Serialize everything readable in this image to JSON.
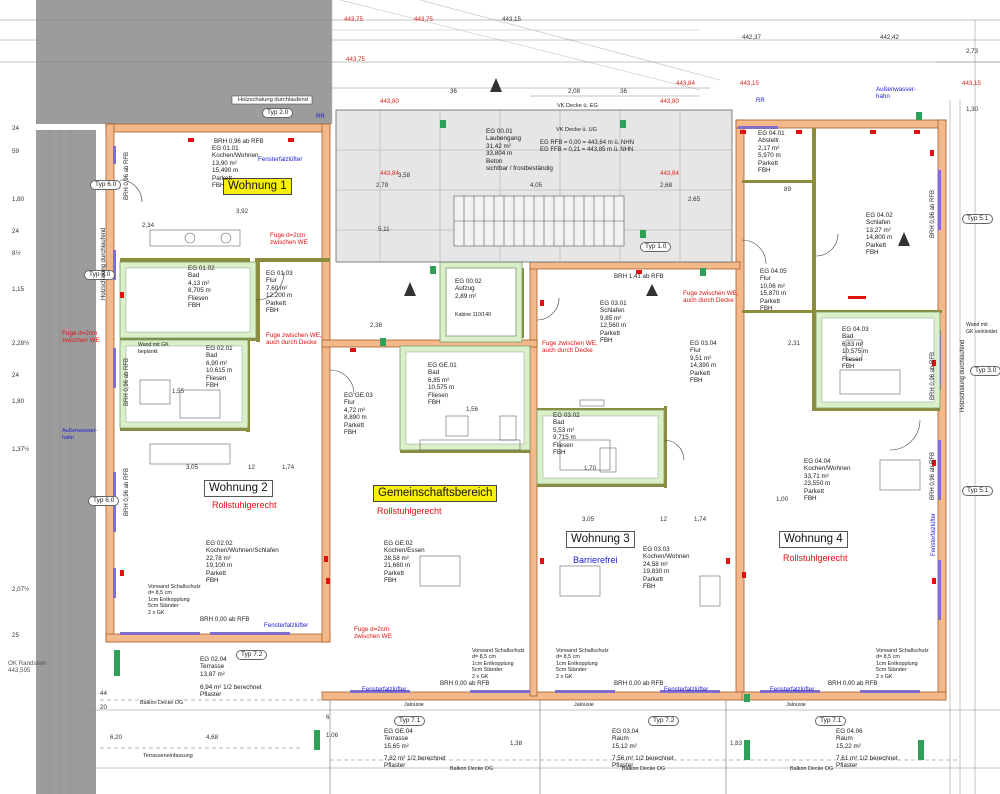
{
  "colors": {
    "wall": "#f3b98a",
    "wall_edge": "#a85d2a",
    "concrete": "#c8c8c8",
    "olive": "#8c8c3c",
    "green_fill": "#d9f0c8",
    "purple": "#7f6ecc",
    "red": "#e0120f",
    "blue": "#1b1bd8",
    "yellow": "#f8f00a",
    "gray_block": "#9e9e9e"
  },
  "units": [
    {
      "name": "Wohnung 1",
      "status": ""
    },
    {
      "name": "Wohnung 2",
      "status": "Rollstuhlgerecht"
    },
    {
      "name": "Gemeinschaftsbereich",
      "status": "Rollstuhlgerecht"
    },
    {
      "name": "Wohnung 3",
      "status": "Barrierefrei"
    },
    {
      "name": "Wohnung 4",
      "status": "Rollstuhlgerecht"
    }
  ],
  "rooms": {
    "eg0101": "EG 01.01\nKochen/Wohnen\n13,90 m²\n15,490 m\nParkett\nFBH",
    "eg0102": "EG 01.02\nBad\n4,13 m²\n8,705 m\nFliesen\nFBH",
    "eg0103": "EG 01.03\nFlur\n7,60 m²\n12,200 m\nParkett\nFBH",
    "eg0201": "EG 02.01\nBad\n6,90 m²\n10,615 m\nFliesen\nFBH",
    "eg0202": "EG 02.02\nKochen/Wohnen/Schlafen\n22,78 m²\n19,100 m\nParkett\nFBH",
    "eg0204": "EG 02.04\nTerrasse\n13,87 m²",
    "eg0204b": "6,94 m² 1/2 berechnet\nPflaster",
    "ge01": "EG GE.01\nBad\n6,85 m²\n10,575 m\nFliesen\nFBH",
    "ge02": "EG GE.02\nKochen/Essen\n28,58 m²\n21,660 m\nParkett\nFBH",
    "ge03": "EG GE.03\nFlur\n4,72 m²\n8,890 m\nParkett\nFBH",
    "ge04": "EG GE.04\nTerrasse\n15,65 m²",
    "ge04b": "7,82 m² 1/2 berechnet\nPflaster",
    "eg0001": "EG 00.01\nLaubengang\n31,42 m²\n33,804 m\nBeton\nsichtbar / frostbeständig",
    "eg0002": "EG 00.02\nAufzug\n2,89 m²",
    "eg0301": "EG 03.01\nSchlafen\n9,85 m²\n12,560 m\nParkett\nFBH",
    "eg0302": "EG 03.02\nBad\n5,53 m²\n9,715 m\nFliesen\nFBH",
    "eg0303": "EG 03.03\nKochen/Wohnen\n24,58 m²\n19,830 m\nParkett\nFBH",
    "eg0304": "EG 03.04\nFlur\n9,51 m²\n14,390 m\nParkett\nFBH",
    "eg0304b": "EG 03.04\nRaum\n15,12 m²",
    "eg0304c": "7,56 m² 1/2 berechnet\nPflaster",
    "eg0401": "EG 04.01\nAbstellr.\n2,17 m²\n5,970 m\nParkett\nFBH",
    "eg0402": "EG 04.02\nSchlafen\n13,27 m²\n14,800 m\nParkett\nFBH",
    "eg0403": "EG 04.03\nBad\n6,83 m²\n10,575 m\nFliesen\nFBH",
    "eg0404": "EG 04.04\nKochen/Wohnen\n33,71 m²\n23,550 m\nParkett\nFBH",
    "eg0405": "EG 04.05\nFlur\n10,06 m²\n15,870 m\nParkett\nFBH",
    "eg0406": "EG 04.06\nRaum\n15,22 m²",
    "eg0406b": "7,61 m² 1/2 berechnet\nPflaster"
  },
  "notes": {
    "fuge1": "Fuge d=2cm\nzwischen WE",
    "fuge2": "Fuge d=2cm\nzwischen WE",
    "fuge3": "Fuge d=2cm\nzwischen WE",
    "fuge_we1": "Fuge zwischen WE,\nauch durch Decke",
    "fuge_we2": "Fuge zwischen WE,\nauch durch Decke",
    "fuge_we3": "Fuge zwischen WE,\nauch durch Decke",
    "fenster1": "Fensterfalzlüfter",
    "fenster2": "Fensterfalzlüfter",
    "fenster3": "Fensterfalzlüfter",
    "fenster4": "Fensterfalzlüfter",
    "fenster5": "Fensterfalzlüfter",
    "aussenwasser1": "Außenwasser-\nhahn",
    "aussenwasser2": "Außenwasser-\nhahn",
    "brh_top": "BRH 0,96 ab RFB",
    "brh_mid": "BRH 1,41 ab RFB",
    "brh_left": "BRH 0,00 ab RFB",
    "brh_b1": "BRH 0,00 ab RFB",
    "brh_b2": "BRH 0,00 ab RFB",
    "brh_b3": "BRH 0,00 ab RFB",
    "holz1": "Holzschalung durchlaufend",
    "vk1": "VK Decke ü. EG",
    "vk2": "VK Decke ü. UG",
    "rfb": "EG RFB = 0,00 = 443,64 m ü. NHN\nEG FFB = 0,21 = 443,85 m ü. NHN",
    "kabine": "Kabine 110/140",
    "schall": "Vorwand Schallschutz\nd= 8,5 cm\n1cm Entkopplung\n5cm Ständer\n2 x GK",
    "wand_gk1": "Wand mit GK\nbeplankt",
    "wand_gk2": "Wand mit\nGK verkleidet",
    "ok_rand": "OK Randstein\n443,595",
    "terrassen": "Terrasseneinfassung",
    "balkon": "Balkon Decke OG",
    "jalousie": "Jalousie",
    "wohnen_label": "Wohnen"
  },
  "types": [
    "Typ 2.0",
    "Typ 6.0",
    "Typ 3.0",
    "Typ 6.0",
    "Typ 7.2",
    "Typ 1.0",
    "Typ 7.1",
    "Typ 7.2",
    "Typ 7.1",
    "Typ 5.1",
    "Typ 3.0",
    "Typ 5.1",
    "RR",
    "RR"
  ],
  "dims": {
    "top": [
      "443,75",
      "443,75",
      "443,15",
      "443,80",
      "443,84",
      "443,84",
      "443,80",
      "442,37",
      "442,42",
      "443,15",
      "443,84",
      "443,75"
    ],
    "d1": "443,15",
    "d2": "443,15",
    "d3": "2,73",
    "d4": "1,30",
    "left": [
      "24",
      "59",
      "1,80",
      "24",
      "8½",
      "1,15",
      "2,28½",
      "24",
      "1,80",
      "1,37½",
      "2,07½",
      "25",
      "44",
      "20",
      "6",
      "1,06",
      "1,38"
    ],
    "inner": [
      "3,92",
      "2,34",
      "2,79",
      "4,05",
      "2,68",
      "2,08",
      "3,05",
      "3,05",
      "1,74",
      "1,74",
      "12",
      "12",
      "1,55",
      "1,56",
      "1,70",
      "1,00",
      "2,31",
      "89",
      "36",
      "36",
      "2,65",
      "3,58",
      "5,11",
      "2,38",
      "4,68",
      "6,20",
      "1,83"
    ]
  }
}
